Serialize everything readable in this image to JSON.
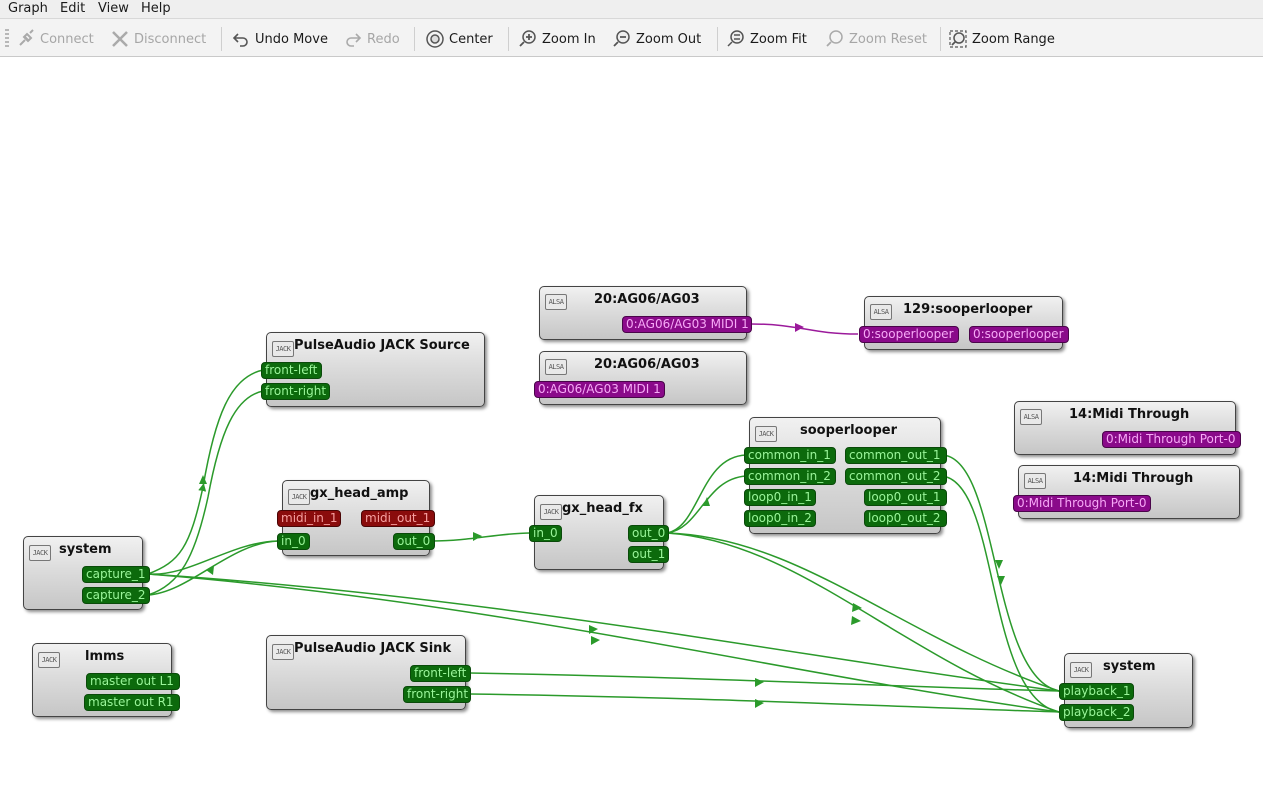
{
  "menubar": {
    "graph": "Graph",
    "edit": "Edit",
    "view": "View",
    "help": "Help"
  },
  "toolbar": {
    "connect": "Connect",
    "disconnect": "Disconnect",
    "undo_move": "Undo Move",
    "redo": "Redo",
    "center": "Center",
    "zoom_in": "Zoom In",
    "zoom_out": "Zoom Out",
    "zoom_fit": "Zoom Fit",
    "zoom_reset": "Zoom Reset",
    "zoom_range": "Zoom Range"
  },
  "badges": {
    "alsa": "ALSA",
    "jack": "JACK"
  },
  "nodes": {
    "alsa_ag06_out": {
      "title": "20:AG06/AG03",
      "ports": [
        "0:AG06/AG03 MIDI 1"
      ]
    },
    "alsa_sooperlooper": {
      "title": "129:sooperlooper",
      "ports": [
        "0:sooperlooper",
        "0:sooperlooper"
      ]
    },
    "alsa_ag06_in": {
      "title": "20:AG06/AG03",
      "ports": [
        "0:AG06/AG03 MIDI 1"
      ]
    },
    "alsa_midi_through_out": {
      "title": "14:Midi Through",
      "ports": [
        "0:Midi Through Port-0"
      ]
    },
    "alsa_midi_through_in": {
      "title": "14:Midi Through",
      "ports": [
        "0:Midi Through Port-0"
      ]
    },
    "pa_source": {
      "title": "PulseAudio JACK Source",
      "ports": [
        "front-left",
        "front-right"
      ]
    },
    "sooperlooper": {
      "title": "sooperlooper",
      "in_ports": [
        "common_in_1",
        "common_in_2",
        "loop0_in_1",
        "loop0_in_2"
      ],
      "out_ports": [
        "common_out_1",
        "common_out_2",
        "loop0_out_1",
        "loop0_out_2"
      ]
    },
    "gx_head_amp": {
      "title": "gx_head_amp",
      "midi_in": "midi_in_1",
      "midi_out": "midi_out_1",
      "in": "in_0",
      "out": "out_0"
    },
    "gx_head_fx": {
      "title": "gx_head_fx",
      "in": "in_0",
      "outs": [
        "out_0",
        "out_1"
      ]
    },
    "system_capture": {
      "title": "system",
      "ports": [
        "capture_1",
        "capture_2"
      ]
    },
    "lmms": {
      "title": "lmms",
      "ports": [
        "master out L1",
        "master out R1"
      ]
    },
    "pa_sink": {
      "title": "PulseAudio JACK Sink",
      "ports": [
        "front-left",
        "front-right"
      ]
    },
    "system_playback": {
      "title": "system",
      "ports": [
        "playback_1",
        "playback_2"
      ]
    }
  },
  "colors": {
    "audio_wire": "#2b9a2b",
    "midi_wire": "#9b1a9b",
    "audio_port": "#0c6a0c",
    "midi_port": "#8a0a8a",
    "jack_midi_port": "#8a0c0c"
  }
}
